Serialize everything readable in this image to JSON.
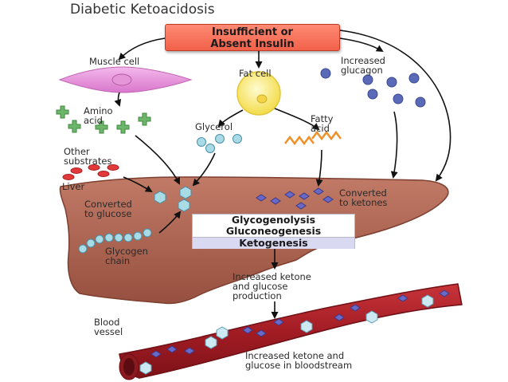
{
  "title": "Diabetic Ketoacidosis",
  "insulin_box": "Insufficient or\nAbsent Insulin",
  "labels": {
    "muscle_cell": "Muscle cell",
    "fat_cell": "Fat cell",
    "increased_glucagon": "Increased\nglucagon",
    "amino_acid": "Amino\nacid",
    "glycerol": "Glycerol",
    "fatty_acid": "Fatty\nacid",
    "other_substrates": "Other\nsubstrates",
    "liver": "Liver",
    "converted_to_glucose": "Converted\nto glucose",
    "converted_to_ketones": "Converted\nto ketones",
    "glycogen_chain": "Glycogen\nchain",
    "blood_vessel": "Blood\nvessel",
    "increased_production": "Increased ketone\nand glucose\nproduction",
    "increased_bloodstream": "Increased ketone and\nglucose in bloodstream"
  },
  "processes": [
    "Glycogenolysis",
    "Gluconeogenesis",
    "Ketogenesis"
  ],
  "colors": {
    "insulin_box": "#f2614a",
    "liver": "#a9604c",
    "blood_vessel": "#b8282c",
    "glucose_molecule": "#a9dbe6",
    "ketone_molecule": "#6a6ac6",
    "glucagon": "#5a6ab8",
    "fat_cell": "#f8ea70",
    "muscle_cell": "#e58fd8",
    "amino_acid": "#6cb56a",
    "fatty_acid": "#f0902a",
    "other_substrates": "#e23a3a"
  }
}
